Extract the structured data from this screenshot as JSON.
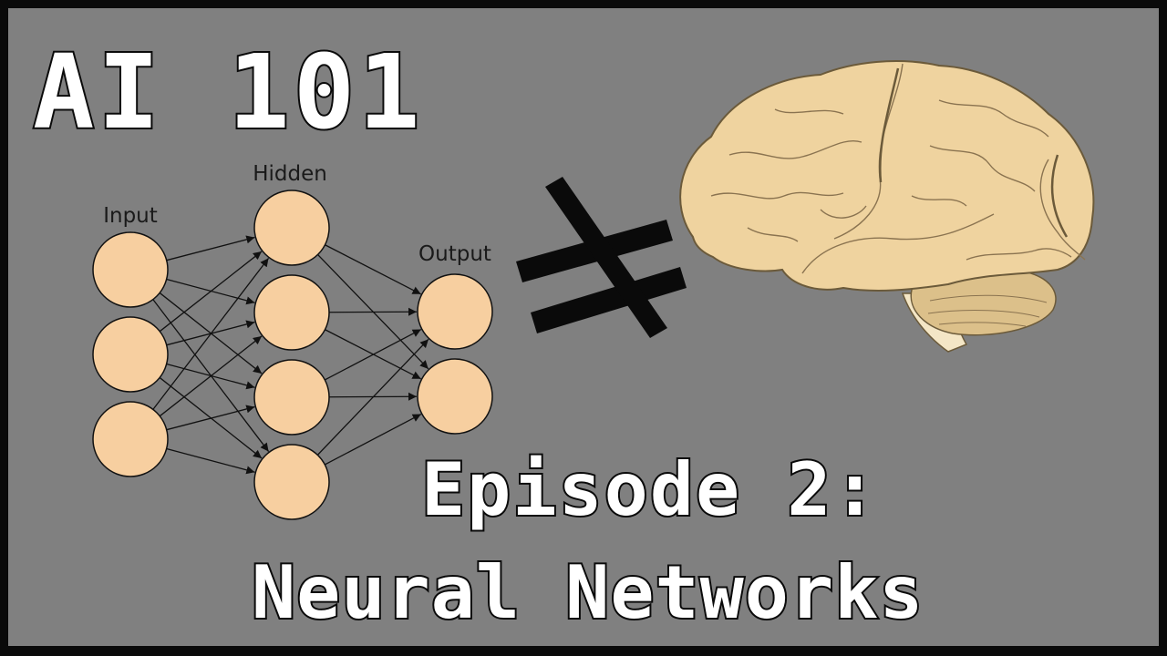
{
  "title": "AI 101",
  "episode_line": "Episode 2:",
  "topic_line": "Neural Networks",
  "network": {
    "input_label": "Input",
    "hidden_label": "Hidden",
    "output_label": "Output",
    "input_count": 3,
    "hidden_count": 4,
    "output_count": 2
  },
  "symbol": "not-equal-icon",
  "illustration": "brain-icon",
  "colors": {
    "background": "#808080",
    "border": "#0a0a0a",
    "neuron_fill": "#f7cfa0",
    "brain_fill": "#efd39f",
    "text_fill": "#ffffff"
  }
}
